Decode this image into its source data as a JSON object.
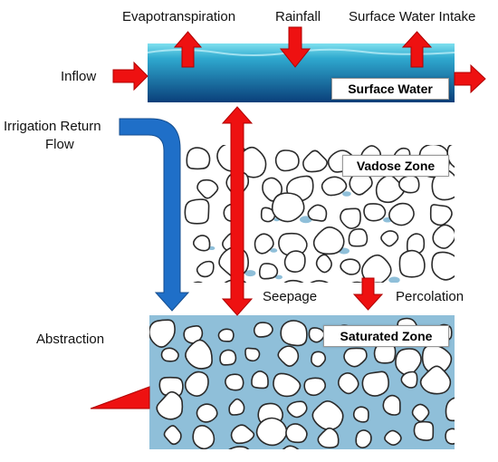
{
  "labels": {
    "evapotranspiration": "Evapotranspiration",
    "rainfall": "Rainfall",
    "surface_water_intake": "Surface Water Intake",
    "inflow": "Inflow",
    "irrigation_return_flow_line1": "Irrigation Return",
    "irrigation_return_flow_line2": "Flow",
    "seepage": "Seepage",
    "percolation": "Percolation",
    "abstraction": "Abstraction"
  },
  "zones": {
    "surface_water": "Surface Water",
    "vadose_zone": "Vadose Zone",
    "saturated_zone": "Saturated Zone"
  },
  "colors": {
    "arrow_red": "#ee1111",
    "arrow_blue": "#1f6fc8",
    "water_dark": "#0b4d8a",
    "water_light": "#36b9d9",
    "pore_water": "#8fbfd9",
    "grain_outline": "#2a2a2a"
  }
}
